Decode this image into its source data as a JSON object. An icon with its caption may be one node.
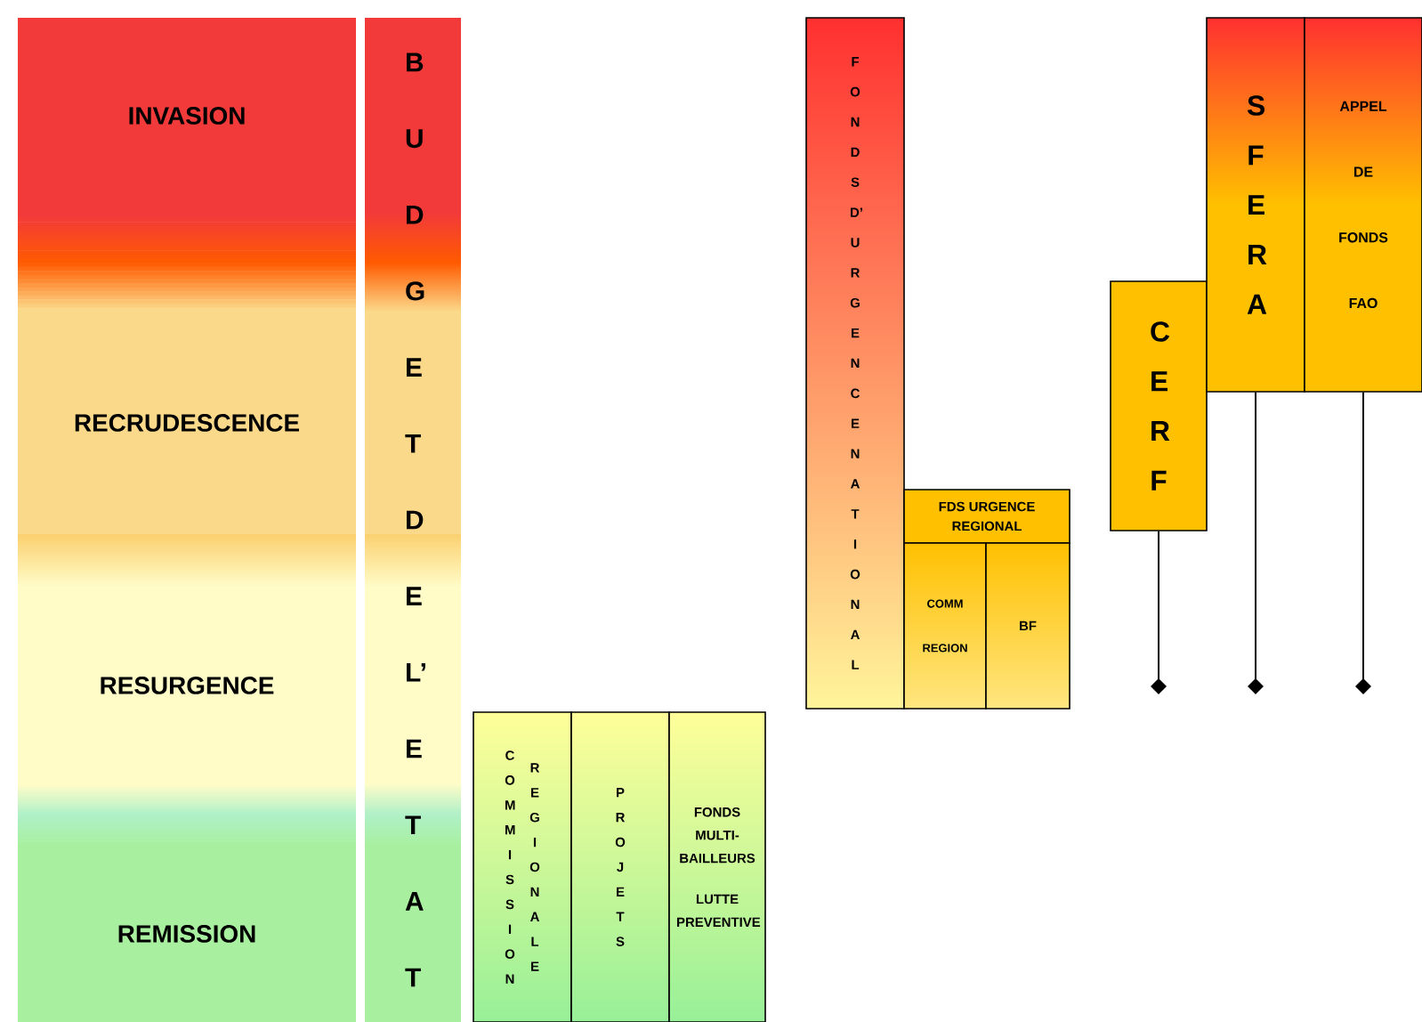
{
  "diagram": {
    "nodes": [
      {
        "text": [
          "INVASION"
        ]
      },
      {
        "text": [
          "RECRUDESCENCE"
        ]
      },
      {
        "text": [
          "RESURGENCE"
        ]
      },
      {
        "text": [
          "REMISSION"
        ]
      },
      {
        "text": [
          "BUDGET DE L’ ETAT"
        ]
      },
      {
        "text": [
          "COMMISSION",
          "REGIONALE"
        ]
      },
      {
        "text": [
          "PROJETS"
        ]
      },
      {
        "text": [
          "FONDS MULTI-BAILLEURS",
          "LUTTE PREVENTIVE"
        ]
      },
      {
        "text": [
          "FONDS D’ URGENCE NATIONAL"
        ]
      },
      {
        "text": [
          "FDS URGENCE REGIONAL"
        ]
      },
      {
        "text": [
          "COMM REGION"
        ]
      },
      {
        "text": [
          "BF"
        ]
      },
      {
        "text": [
          "CERF"
        ]
      },
      {
        "text": [
          "SFERA"
        ]
      },
      {
        "text": [
          "APPEL DE FONDS FAO"
        ]
      }
    ],
    "edges": [
      {
        "from": 12,
        "to": null,
        "arrow": "other"
      },
      {
        "from": 13,
        "to": null,
        "arrow": "other"
      },
      {
        "from": 14,
        "to": null,
        "arrow": "other"
      }
    ]
  }
}
